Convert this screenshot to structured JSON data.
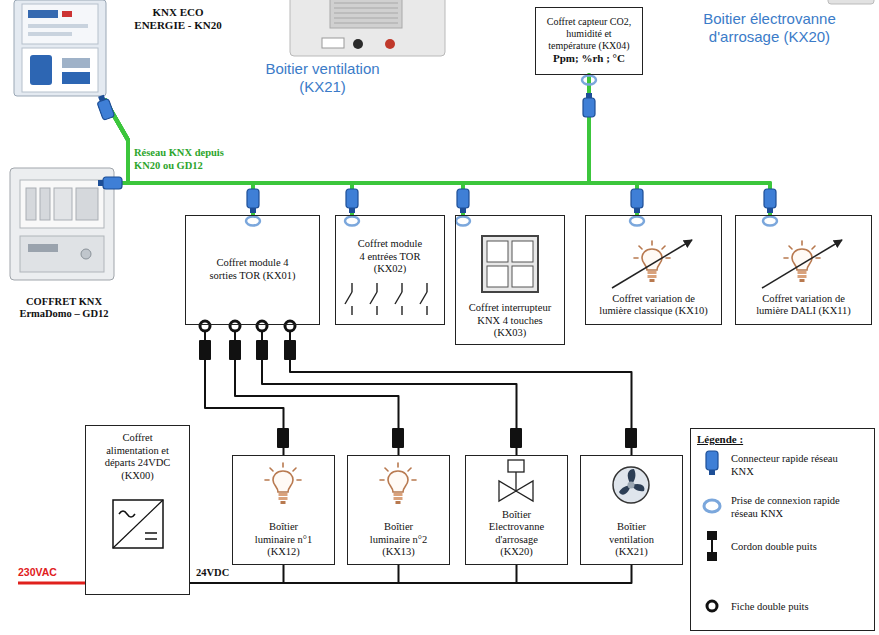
{
  "diagram": {
    "nodes": [
      {
        "text": [
          "KNX ECO ENERGIE - KN20"
        ]
      },
      {
        "text": [
          "Coffret capteur CO2, humidité et température (KX04)",
          "Ppm; %rh ; °C"
        ]
      },
      {
        "text": [
          "COFFRET KNX ErmaDomo – GD12"
        ]
      },
      {
        "text": [
          "Coffret module 4 sorties TOR (KX01)"
        ]
      },
      {
        "text": [
          "Coffret module 4 entrées TOR (KX02)"
        ]
      },
      {
        "text": [
          "Coffret interrupteur KNX 4 touches (KX03)"
        ]
      },
      {
        "text": [
          "Coffret variation de lumière classique (KX10)"
        ]
      },
      {
        "text": [
          "Coffret variation de lumière DALI (KX11)"
        ]
      },
      {
        "text": [
          "Coffret alimentation et départs 24VDC (KX00)"
        ]
      },
      {
        "text": [
          "Boîtier luminaire n°1 (KX12)"
        ]
      },
      {
        "text": [
          "Boîtier luminaire n°2 (KX13)"
        ]
      },
      {
        "text": [
          "Boîtier Electrovanne d'arrosage (KX20)"
        ]
      },
      {
        "text": [
          "Boîtier ventilation (KX21)"
        ]
      }
    ],
    "edges": [
      {
        "from": 0,
        "to": 1,
        "arrow": "none"
      },
      {
        "from": 0,
        "to": 3,
        "arrow": "none"
      },
      {
        "from": 0,
        "to": 4,
        "arrow": "none"
      },
      {
        "from": 0,
        "to": 5,
        "arrow": "none"
      },
      {
        "from": 0,
        "to": 6,
        "arrow": "none"
      },
      {
        "from": 0,
        "to": 7,
        "arrow": "none"
      },
      {
        "from": 2,
        "to": 1,
        "arrow": "none"
      },
      {
        "from": 2,
        "to": 3,
        "arrow": "none"
      },
      {
        "from": 2,
        "to": 4,
        "arrow": "none"
      },
      {
        "from": 2,
        "to": 5,
        "arrow": "none"
      },
      {
        "from": 2,
        "to": 6,
        "arrow": "none"
      },
      {
        "from": 2,
        "to": 7,
        "arrow": "none"
      },
      {
        "from": 3,
        "to": 9,
        "arrow": "none"
      },
      {
        "from": 3,
        "to": 10,
        "arrow": "none"
      },
      {
        "from": 3,
        "to": 11,
        "arrow": "none"
      },
      {
        "from": 3,
        "to": 12,
        "arrow": "none"
      },
      {
        "from": 8,
        "to": 9,
        "arrow": "none"
      },
      {
        "from": 8,
        "to": 10,
        "arrow": "none"
      },
      {
        "from": 8,
        "to": 11,
        "arrow": "none"
      },
      {
        "from": 8,
        "to": 12,
        "arrow": "none"
      }
    ],
    "labels": [
      "Boitier ventilation (KX21)",
      "Boitier électrovanne d'arrosage (KX20)",
      "Réseau KNX depuis KN20 ou GD12",
      "Légende :",
      "230VAC",
      "24VDC"
    ],
    "legend": [
      {
        "text": "Connecteur rapide réseau KNX"
      },
      {
        "text": "Prise de connexion rapide réseau KNX"
      },
      {
        "text": "Cordon double puits"
      },
      {
        "text": "Fiche double puits"
      }
    ]
  }
}
